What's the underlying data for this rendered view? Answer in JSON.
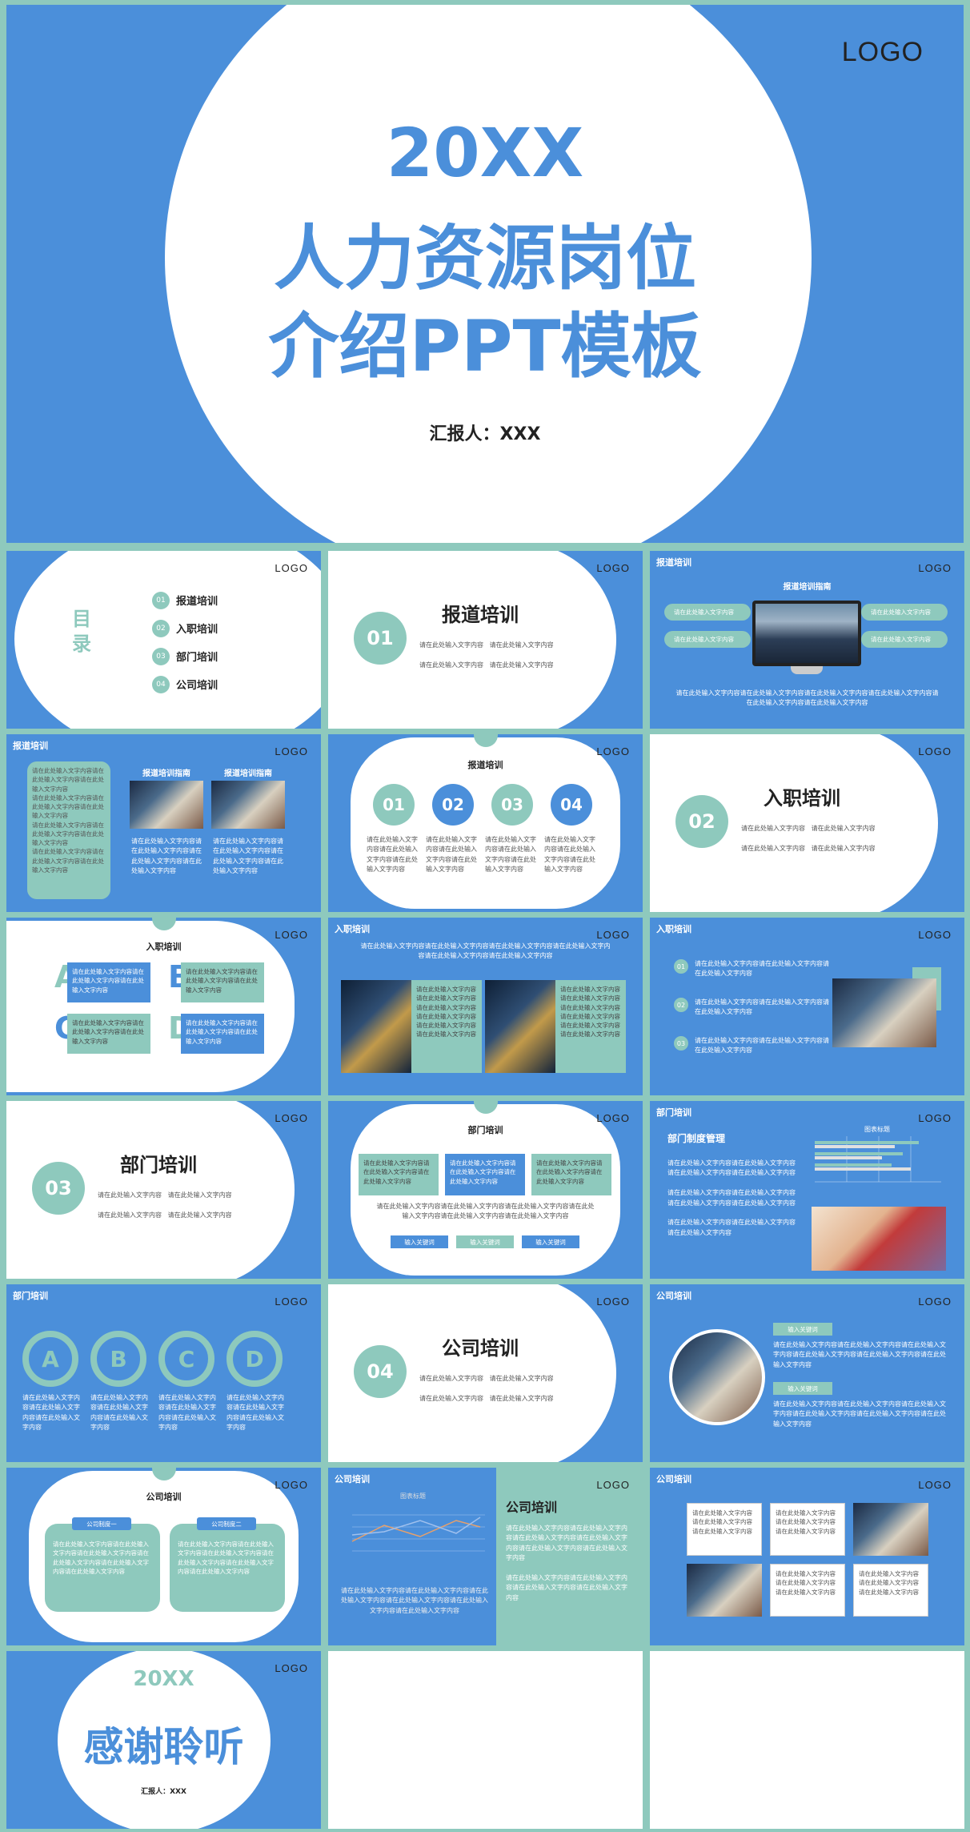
{
  "logo": "LOGO",
  "placeholder": "请在此处输入文字内容",
  "ph_long": "请在此处输入文字内容请在此处输入文字内容请在此处输入文字内容",
  "hero": {
    "year": "20XX",
    "title_line1": "人力资源岗位",
    "title_line2": "介绍PPT模板",
    "reporter": "汇报人：XXX"
  },
  "toc": {
    "label": "目录",
    "items": [
      {
        "num": "01",
        "label": "报道培训"
      },
      {
        "num": "02",
        "label": "入职培训"
      },
      {
        "num": "03",
        "label": "部门培训"
      },
      {
        "num": "04",
        "label": "公司培训"
      }
    ]
  },
  "sections": [
    {
      "num": "01",
      "title": "报道培训"
    },
    {
      "num": "02",
      "title": "入职培训"
    },
    {
      "num": "03",
      "title": "部门培训"
    },
    {
      "num": "04",
      "title": "公司培训"
    }
  ],
  "tags": {
    "s1": "报道培训",
    "s2": "入职培训",
    "s3": "部门培训",
    "s4": "公司培训"
  },
  "slide3": {
    "heading": "报道培训指南"
  },
  "slide4": {
    "heading_a": "报道培训指南",
    "heading_b": "报道培训指南"
  },
  "slide5": {
    "heading": "报道培训",
    "nums": [
      "01",
      "02",
      "03",
      "04"
    ]
  },
  "slide7": {
    "heading": "入职培训",
    "letters": [
      "A",
      "B",
      "C",
      "D"
    ]
  },
  "slide11": {
    "heading": "部门培训",
    "buttons": [
      "输入关键词",
      "输入关键词",
      "输入关键词"
    ]
  },
  "slide12": {
    "heading": "部门制度管理",
    "chart_title": "图表标题"
  },
  "slide13": {
    "letters": [
      "A",
      "B",
      "C",
      "D"
    ]
  },
  "slide15": {
    "kw1": "输入关键词",
    "kw2": "输入关键词"
  },
  "slide16": {
    "heading": "公司培训",
    "sys1": "公司制度一",
    "sys2": "公司制度二"
  },
  "slide17": {
    "heading": "公司培训",
    "chart_title": "图表标题"
  },
  "final": {
    "year": "20XX",
    "thanks": "感谢聆听",
    "reporter": "汇报人：XXX"
  },
  "colors": {
    "blue": "#4b8fda",
    "teal": "#8ec9bd",
    "white": "#ffffff"
  }
}
